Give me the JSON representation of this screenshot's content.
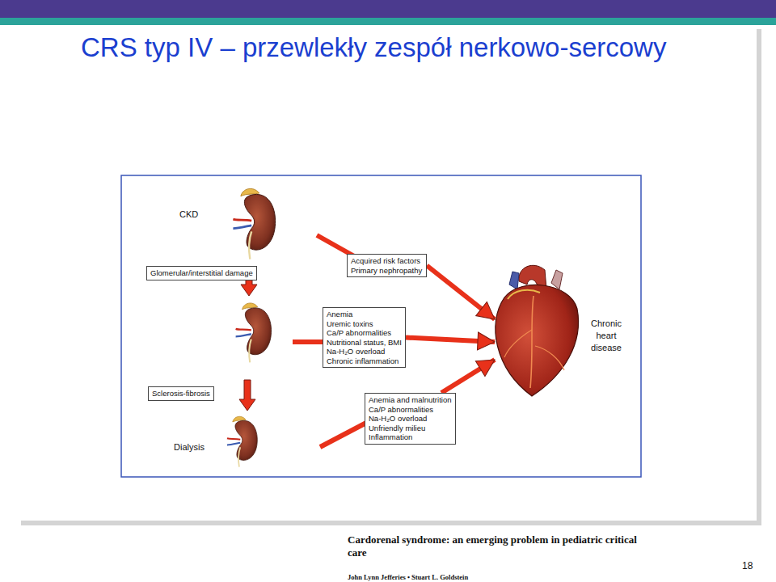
{
  "diagram": {
    "title": "CRS typ IV – przewlekły zespół nerkowo-sercowy",
    "caption": "Cardorenal syndrome: an emerging problem in pediatric critical care",
    "nodes": [
      {
        "text": [
          "Glomerular/interstitial damage"
        ]
      },
      {
        "text": [
          "Acquired risk factors",
          "Primary nephropathy"
        ]
      },
      {
        "text": [
          "Anemia",
          "Uremic toxins",
          "Ca/P abnormalities",
          "Nutritional status, BMI",
          "Na-H₂O overload",
          "Chronic inflammation"
        ]
      },
      {
        "text": [
          "Sclerosis-fibrosis"
        ]
      },
      {
        "text": [
          "Anemia and malnutrition",
          "Ca/P abnormalities",
          "Na-H₂O overload",
          "Unfriendly milieu",
          "Inflammation"
        ]
      },
      {
        "text": [
          "Chronic heart disease"
        ]
      }
    ],
    "edges": [
      {
        "from": 1,
        "to": 5,
        "arrow": "to"
      },
      {
        "from": 2,
        "to": 5,
        "arrow": "to"
      },
      {
        "from": 4,
        "to": 5,
        "arrow": "to"
      }
    ],
    "labels": [
      "CKD",
      "Dialysis",
      "John Lynn Jefferies • Stuart L. Goldstein",
      "18"
    ]
  }
}
